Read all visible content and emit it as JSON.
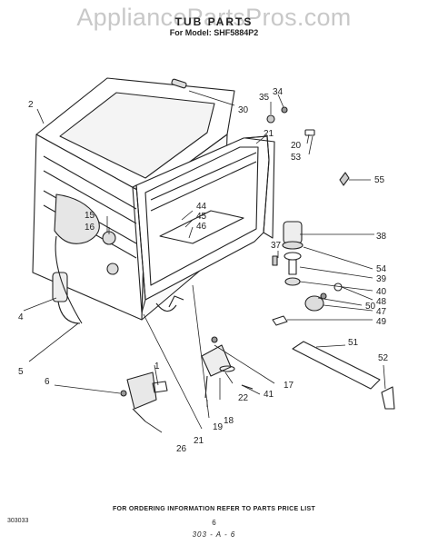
{
  "watermark": "AppliancePartsPros.com",
  "header": {
    "title": "TUB PARTS",
    "model_line": "For Model: SHF5884P2"
  },
  "callouts": [
    "1",
    "2",
    "4",
    "5",
    "6",
    "15",
    "16",
    "17",
    "18",
    "19",
    "20",
    "21",
    "22",
    "26",
    "30",
    "34",
    "35",
    "37",
    "38",
    "39",
    "40",
    "41",
    "44",
    "45",
    "46",
    "47",
    "48",
    "49",
    "50",
    "51",
    "52",
    "53",
    "54",
    "55"
  ],
  "footer": {
    "ordering_note": "FOR ORDERING INFORMATION REFER TO PARTS PRICE LIST",
    "page_number": "6",
    "doc_code": "303033",
    "sheet_code": "303 - A - 6"
  }
}
